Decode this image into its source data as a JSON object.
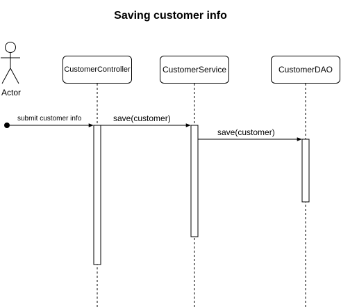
{
  "title": "Saving customer info",
  "actor": {
    "label": "Actor"
  },
  "participants": [
    {
      "id": "controller",
      "label": "CustomerController"
    },
    {
      "id": "service",
      "label": "CustomerService"
    },
    {
      "id": "dao",
      "label": "CustomerDAO"
    }
  ],
  "messages": [
    {
      "from": "actor",
      "to": "controller",
      "label": "submit customer info"
    },
    {
      "from": "controller",
      "to": "service",
      "label": "save(customer)"
    },
    {
      "from": "service",
      "to": "dao",
      "label": "save(customer)"
    }
  ]
}
